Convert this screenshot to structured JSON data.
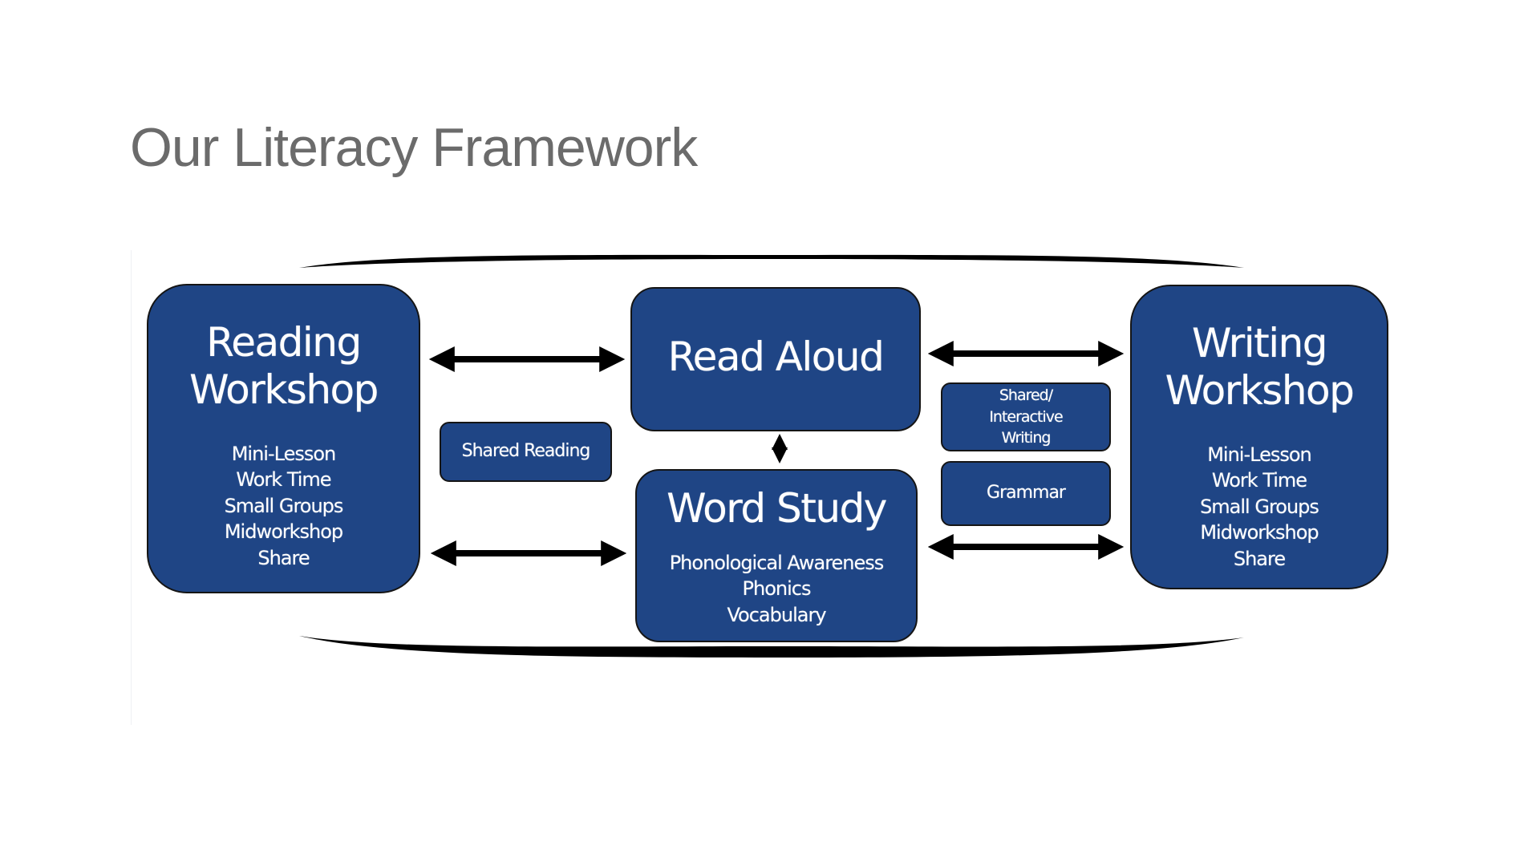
{
  "slide": {
    "title": "Our Literacy Framework"
  },
  "diagram": {
    "colors": {
      "box_fill": "#1f4585",
      "box_border": "#151515",
      "box_text": "#ffffff",
      "arrow": "#000000",
      "title_text": "#6b6b6b"
    },
    "reading_workshop": {
      "heading": [
        "Reading",
        "Workshop"
      ],
      "items": [
        "Mini-Lesson",
        "Work Time",
        "Small Groups",
        "Midworkshop",
        "Share"
      ]
    },
    "writing_workshop": {
      "heading": [
        "Writing",
        "Workshop"
      ],
      "items": [
        "Mini-Lesson",
        "Work Time",
        "Small Groups",
        "Midworkshop",
        "Share"
      ]
    },
    "read_aloud": {
      "heading": "Read Aloud"
    },
    "word_study": {
      "heading": "Word Study",
      "items": [
        "Phonological Awareness",
        "Phonics",
        "Vocabulary"
      ]
    },
    "shared_reading": {
      "label": "Shared Reading"
    },
    "shared_interactive_writing": {
      "lines": [
        "Shared/",
        "Interactive",
        "Writing"
      ]
    },
    "grammar": {
      "label": "Grammar"
    },
    "connections": [
      {
        "from": "Reading Workshop",
        "to": "Read Aloud",
        "type": "bidirectional"
      },
      {
        "from": "Reading Workshop",
        "to": "Word Study",
        "type": "bidirectional"
      },
      {
        "from": "Read Aloud",
        "to": "Word Study",
        "type": "bidirectional"
      },
      {
        "from": "Read Aloud",
        "to": "Writing Workshop",
        "type": "bidirectional"
      },
      {
        "from": "Word Study",
        "to": "Writing Workshop",
        "type": "bidirectional"
      }
    ]
  }
}
